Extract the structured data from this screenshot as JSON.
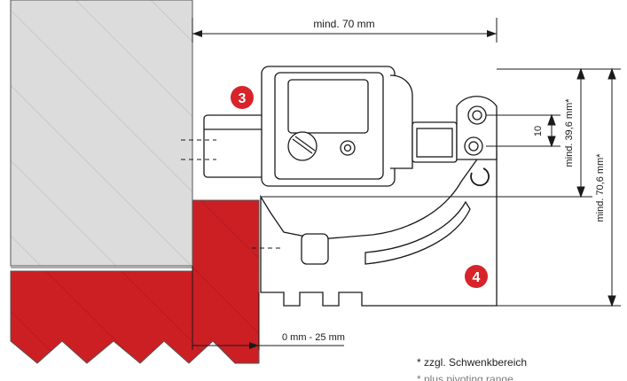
{
  "dimensions": {
    "top_width": "mind. 70 mm",
    "bottom_gap": "0 mm - 25 mm",
    "small_spacing": "10",
    "height_inner": "mind. 39,6 mm*",
    "height_outer": "mind. 70,6 mm*"
  },
  "callouts": {
    "part_3": "3",
    "part_4": "4"
  },
  "footnotes": {
    "de": "* zzgl. Schwenkbereich",
    "en": "* plus pivoting range"
  },
  "colors": {
    "wall_grey": "#dcdcdc",
    "wall_red": "#cc1f24",
    "badge_red": "#d8232a",
    "line": "#1a1a1a"
  }
}
